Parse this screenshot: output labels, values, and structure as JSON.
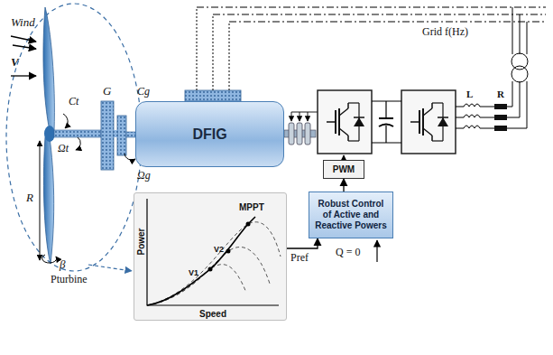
{
  "diagram": {
    "nodes": [
      {
        "text": [
          "DFIG"
        ]
      },
      {
        "text": [
          "PWM"
        ]
      },
      {
        "text": [
          "Robust Control of Active and Reactive Powers"
        ]
      },
      {
        "text": [
          "Power",
          "Speed",
          "MPPT",
          "V2",
          "V1"
        ]
      }
    ],
    "edges": [
      {
        "from": 2,
        "to": 1,
        "arrow": "to"
      },
      {
        "from": 3,
        "to": 2,
        "arrow": "to",
        "label": "Pref"
      }
    ],
    "labels": [
      "Wind",
      "V",
      "R",
      "β",
      "Ct",
      "G",
      "Ωt",
      "Cg",
      "Ωg",
      "Grid f(Hz)",
      "L",
      "R",
      "Pturbine",
      "Q = 0"
    ]
  }
}
